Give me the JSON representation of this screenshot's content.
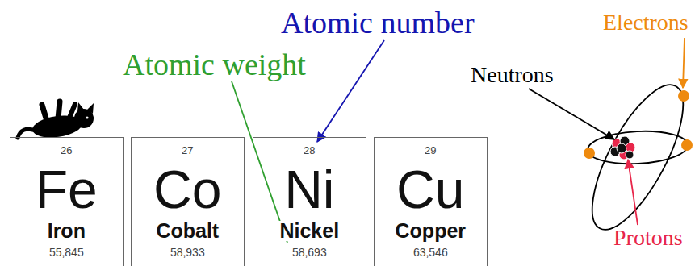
{
  "diagram": {
    "nodes": [
      {
        "text": [
          "26",
          "Fe",
          "Iron",
          "55,845"
        ]
      },
      {
        "text": [
          "27",
          "Co",
          "Cobalt",
          "58,933"
        ]
      },
      {
        "text": [
          "28",
          "Ni",
          "Nickel",
          "58,693"
        ]
      },
      {
        "text": [
          "29",
          "Cu",
          "Copper",
          "63,546"
        ]
      }
    ],
    "labels": [
      "Atomic number",
      "Electrons",
      "Atomic weight",
      "Neutrons",
      "Protons"
    ]
  }
}
